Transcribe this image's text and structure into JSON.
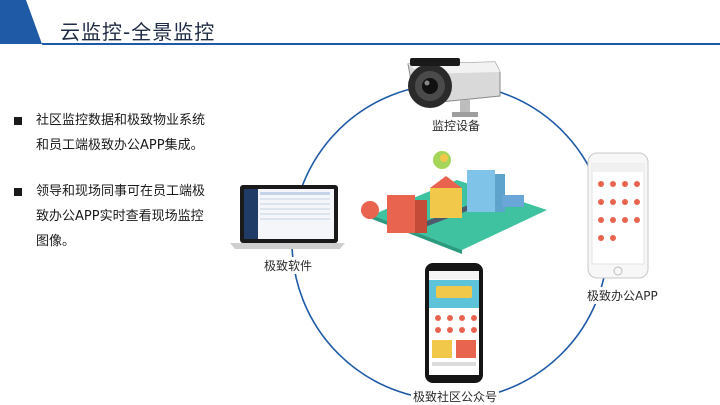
{
  "header": {
    "title": "云监控-全景监控"
  },
  "bullets": [
    {
      "text": "社区监控数据和极致物业系统和员工端极致办公APP集成。"
    },
    {
      "text": "领导和现场同事可在员工端极致办公APP实时查看现场监控图像。"
    }
  ],
  "nodes": {
    "camera_label": "监控设备",
    "software_label": "极致软件",
    "office_app_label": "极致办公APP",
    "wechat_label": "极致社区公众号"
  },
  "colors": {
    "accent": "#1f5aa6",
    "ring": "#1f5aa6"
  }
}
